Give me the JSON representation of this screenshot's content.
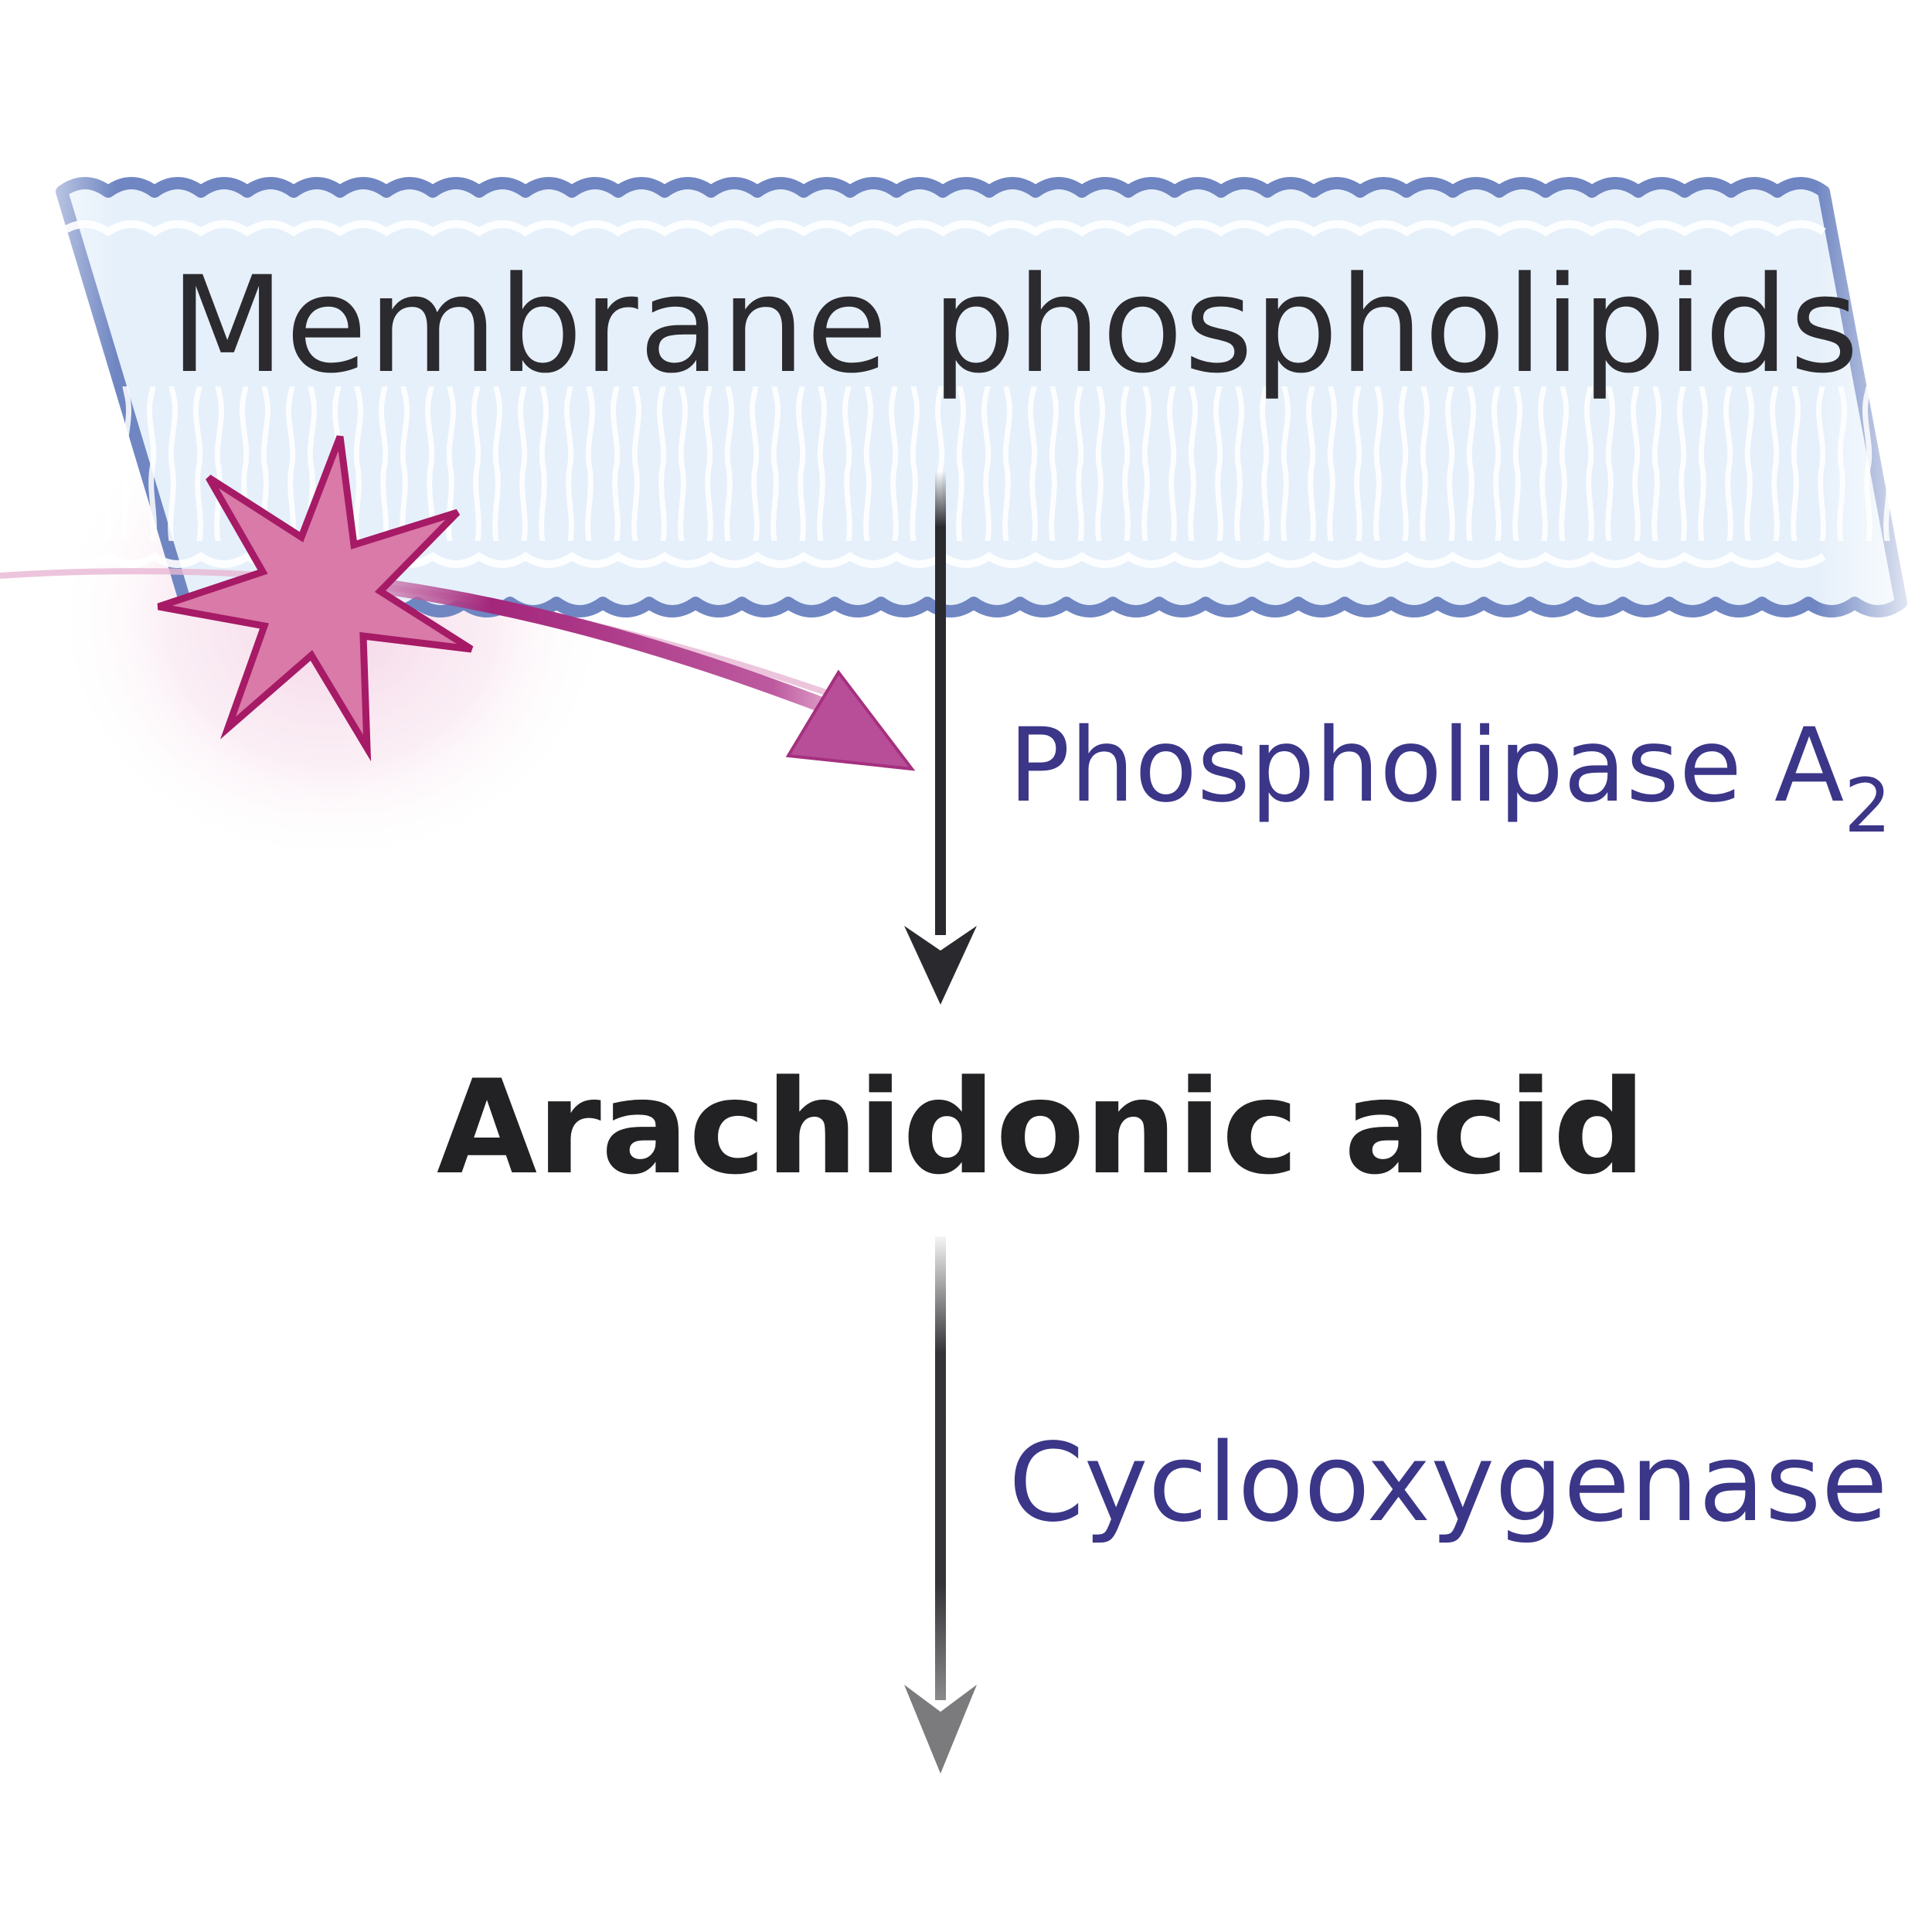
{
  "colors": {
    "membrane_outline": "#6f86c2",
    "membrane_fill": "#e6f0fa",
    "text_dark": "#2b2a2e",
    "enzyme_text": "#3b3688",
    "burst_fill": "#d97aa8",
    "burst_stroke": "#a61a66",
    "magenta_arrow": "#a5307f",
    "pathway_arrow": "#2a2a2e"
  },
  "diagram": {
    "membrane": {
      "label": "Membrane phospholipids"
    },
    "enzyme_1": {
      "label": "Phospholipase A",
      "subscript": "2"
    },
    "product": {
      "label": "Arachidonic acid"
    },
    "enzyme_2": {
      "label": "Cyclooxygenase"
    },
    "icons": [
      "burst-icon",
      "curved-arrow-icon",
      "down-arrow-icon"
    ]
  }
}
